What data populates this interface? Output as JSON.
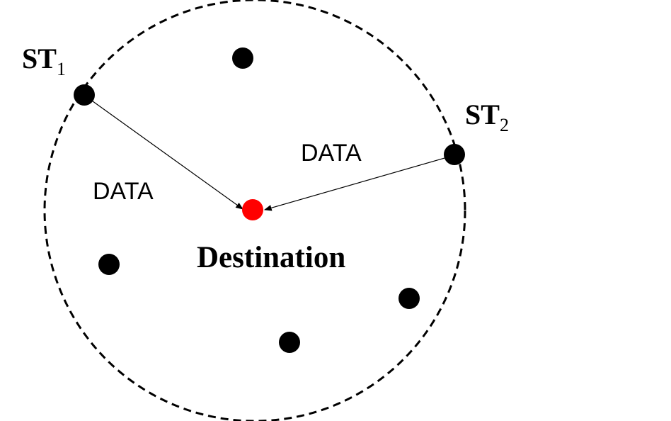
{
  "labels": {
    "station_1": {
      "main": "ST",
      "sub": "1"
    },
    "station_2": {
      "main": "ST",
      "sub": "2"
    },
    "data_left": "DATA",
    "data_right": "DATA",
    "destination": "Destination"
  },
  "colors": {
    "node": "#000000",
    "destination_node": "#ff0000",
    "boundary": "#000000",
    "arrow": "#000000"
  },
  "boundary_style": "dashed"
}
